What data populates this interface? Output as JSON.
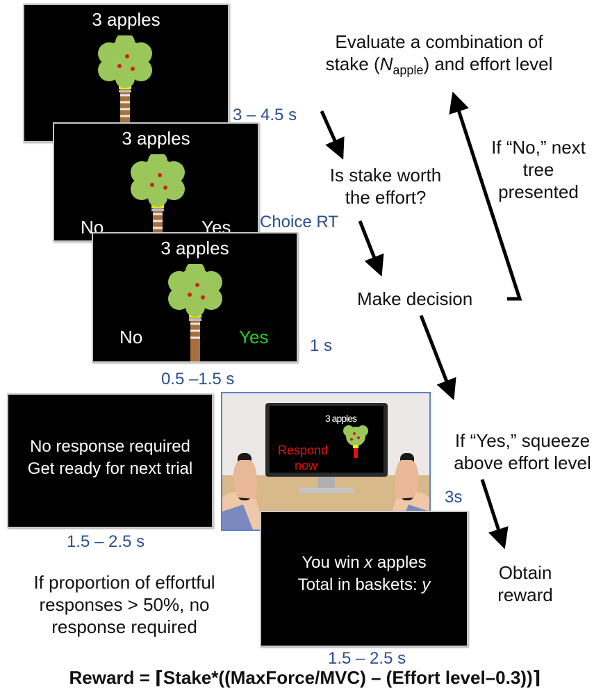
{
  "screen1": {
    "title": "3 apples",
    "timing": "3 – 4.5 s"
  },
  "screen2": {
    "title": "3 apples",
    "no_label": "No",
    "yes_label": "Yes",
    "timing": "Choice RT"
  },
  "screen3": {
    "title": "3 apples",
    "no_label": "No",
    "yes_label": "Yes",
    "timing": "1 s",
    "timing_below": "0.5 –1.5 s"
  },
  "photo": {
    "monitor_title": "3 apples",
    "respond_line1": "Respond",
    "respond_line2": "now",
    "timing": "3s"
  },
  "no_response_screen": {
    "line1": "No response required",
    "line2": "Get ready for next trial",
    "timing": "1.5 – 2.5 s"
  },
  "reward_screen": {
    "line1_prefix": "You win ",
    "line1_var": "x",
    "line1_suffix": " apples",
    "line2_prefix": "Total in baskets: ",
    "line2_var": "y",
    "timing": "1.5 – 2.5 s"
  },
  "flow": {
    "evaluate_line1": "Evaluate a combination of",
    "evaluate_line2_prefix": "stake (",
    "evaluate_var": "N",
    "evaluate_sub": "apple",
    "evaluate_line2_suffix": ") and effort level",
    "worth_line1": "Is stake worth",
    "worth_line2": "the effort?",
    "make_decision": "Make decision",
    "if_no_line1": "If “No,” next",
    "if_no_line2": "tree",
    "if_no_line3": "presented",
    "if_yes_line1": "If “Yes,” squeeze",
    "if_yes_line2": "above effort level",
    "obtain_line1": "Obtain",
    "obtain_line2": "reward",
    "proportion_line1": "If proportion of effortful",
    "proportion_line2": "responses > 50%, no",
    "proportion_line3": "response required"
  },
  "formula": "Reward = ⌈Stake*((MaxForce/MVC) – (Effort level–0.3))⌉",
  "colors": {
    "timing": "#2a4f8f",
    "yes_selected": "#22cc22",
    "respond_now": "#e01010",
    "canopy": "#9bc65a",
    "trunk": "#a8703a"
  }
}
